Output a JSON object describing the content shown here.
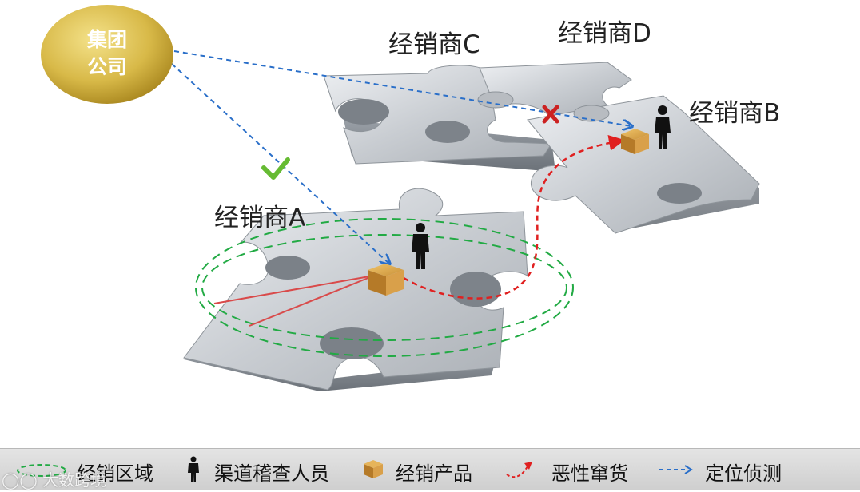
{
  "company": {
    "line1": "集团",
    "line2": "公司"
  },
  "dealers": {
    "a": "经销商A",
    "b": "经销商B",
    "c": "经销商C",
    "d": "经销商D"
  },
  "legend": {
    "region": "经销区域",
    "inspector": "渠道稽查人员",
    "product": "经销产品",
    "diversion": "恶性窜货",
    "tracking": "定位侦测"
  },
  "watermark": "大数跨境",
  "colors": {
    "region": "#22aa44",
    "diversion": "#e02020",
    "tracking": "#2a6fc9",
    "company": "#c9a83a",
    "check": "#66bb33",
    "cross": "#cc2222"
  },
  "icons": [
    "check-icon",
    "cross-icon",
    "person-icon",
    "box-icon"
  ]
}
